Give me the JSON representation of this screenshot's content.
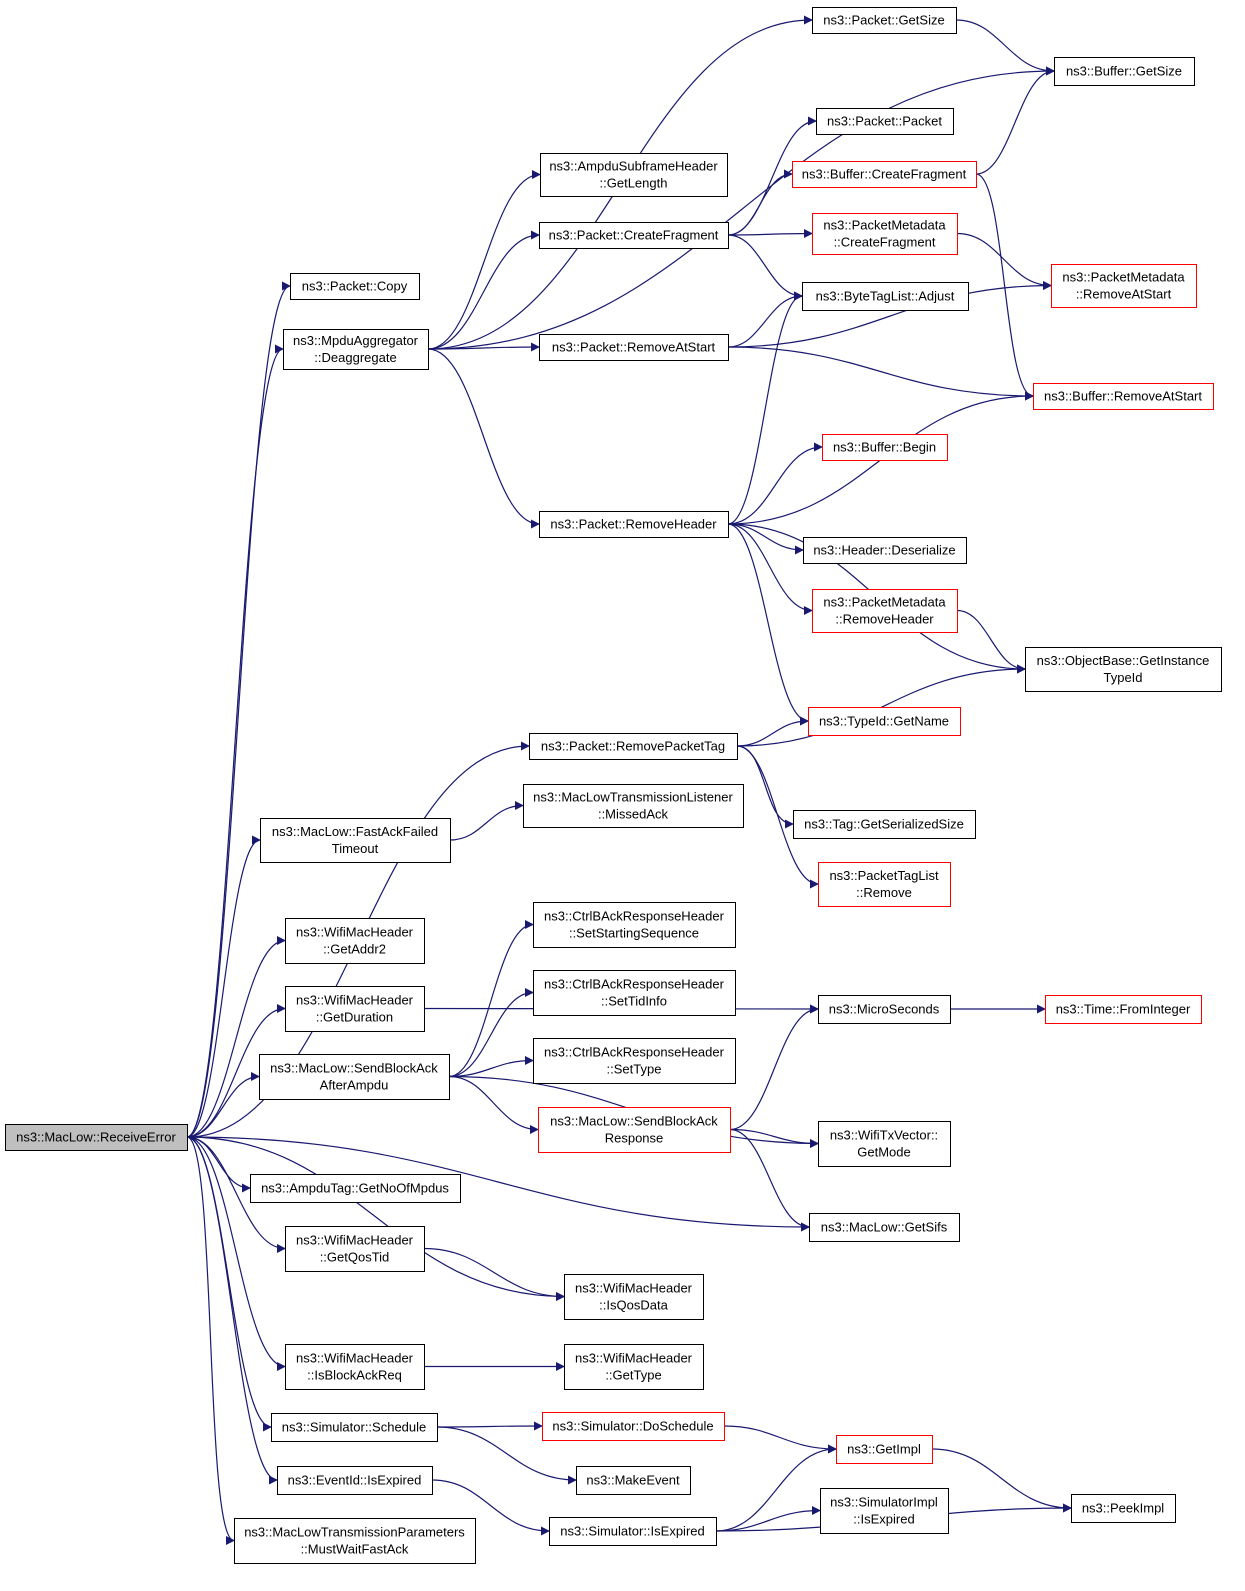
{
  "colors": {
    "edge": "#191970",
    "border": "#000000",
    "border_truncated": "#ff0000",
    "root_fill": "#bfbfbf",
    "fill": "#ffffff"
  },
  "nodes": [
    {
      "id": "receive_error",
      "label": [
        "ns3::MacLow::ReceiveError"
      ],
      "style": "root"
    },
    {
      "id": "packet_copy",
      "label": [
        "ns3::Packet::Copy"
      ]
    },
    {
      "id": "mpdu_deaggregate",
      "label": [
        "ns3::MpduAggregator",
        "::Deaggregate"
      ]
    },
    {
      "id": "packet_getsize",
      "label": [
        "ns3::Packet::GetSize"
      ]
    },
    {
      "id": "buffer_getsize",
      "label": [
        "ns3::Buffer::GetSize"
      ]
    },
    {
      "id": "packet_packet",
      "label": [
        "ns3::Packet::Packet"
      ]
    },
    {
      "id": "buffer_createfragment",
      "label": [
        "ns3::Buffer::CreateFragment"
      ],
      "style": "truncated"
    },
    {
      "id": "ampdu_subframe_getlength",
      "label": [
        "ns3::AmpduSubframeHeader",
        "::GetLength"
      ]
    },
    {
      "id": "packet_createfragment",
      "label": [
        "ns3::Packet::CreateFragment"
      ]
    },
    {
      "id": "packetmetadata_createfragment",
      "label": [
        "ns3::PacketMetadata",
        "::CreateFragment"
      ],
      "style": "truncated"
    },
    {
      "id": "bytetaglist_adjust",
      "label": [
        "ns3::ByteTagList::Adjust"
      ]
    },
    {
      "id": "packetmetadata_removeatstart",
      "label": [
        "ns3::PacketMetadata",
        "::RemoveAtStart"
      ],
      "style": "truncated"
    },
    {
      "id": "packet_removeatstart",
      "label": [
        "ns3::Packet::RemoveAtStart"
      ]
    },
    {
      "id": "buffer_removeatstart",
      "label": [
        "ns3::Buffer::RemoveAtStart"
      ],
      "style": "truncated"
    },
    {
      "id": "buffer_begin",
      "label": [
        "ns3::Buffer::Begin"
      ],
      "style": "truncated"
    },
    {
      "id": "packet_removeheader",
      "label": [
        "ns3::Packet::RemoveHeader"
      ]
    },
    {
      "id": "header_deserialize",
      "label": [
        "ns3::Header::Deserialize"
      ]
    },
    {
      "id": "packetmetadata_removeheader",
      "label": [
        "ns3::PacketMetadata",
        "::RemoveHeader"
      ],
      "style": "truncated"
    },
    {
      "id": "objectbase_getinstancetypeid",
      "label": [
        "ns3::ObjectBase::GetInstance",
        "TypeId"
      ]
    },
    {
      "id": "typeid_getname",
      "label": [
        "ns3::TypeId::GetName"
      ],
      "style": "truncated"
    },
    {
      "id": "packet_removepackettag",
      "label": [
        "ns3::Packet::RemovePacketTag"
      ]
    },
    {
      "id": "tag_getserializedsize",
      "label": [
        "ns3::Tag::GetSerializedSize"
      ]
    },
    {
      "id": "packettaglist_remove",
      "label": [
        "ns3::PacketTagList",
        "::Remove"
      ],
      "style": "truncated"
    },
    {
      "id": "maclow_fastackfailedtimeout",
      "label": [
        "ns3::MacLow::FastAckFailed",
        "Timeout"
      ]
    },
    {
      "id": "listener_missedack",
      "label": [
        "ns3::MacLowTransmissionListener",
        "::MissedAck"
      ]
    },
    {
      "id": "wifimacheader_getaddr2",
      "label": [
        "ns3::WifiMacHeader",
        "::GetAddr2"
      ]
    },
    {
      "id": "ctrlback_setstartingsequence",
      "label": [
        "ns3::CtrlBAckResponseHeader",
        "::SetStartingSequence"
      ]
    },
    {
      "id": "wifimacheader_getduration",
      "label": [
        "ns3::WifiMacHeader",
        "::GetDuration"
      ]
    },
    {
      "id": "ctrlback_settidinfo",
      "label": [
        "ns3::CtrlBAckResponseHeader",
        "::SetTidInfo"
      ]
    },
    {
      "id": "microseconds",
      "label": [
        "ns3::MicroSeconds"
      ]
    },
    {
      "id": "time_frominteger",
      "label": [
        "ns3::Time::FromInteger"
      ],
      "style": "truncated"
    },
    {
      "id": "ctrlback_settype",
      "label": [
        "ns3::CtrlBAckResponseHeader",
        "::SetType"
      ]
    },
    {
      "id": "maclow_sendblockackafterampdu",
      "label": [
        "ns3::MacLow::SendBlockAck",
        "AfterAmpdu"
      ]
    },
    {
      "id": "maclow_sendblockackresponse",
      "label": [
        "ns3::MacLow::SendBlockAck",
        "Response"
      ],
      "style": "truncated"
    },
    {
      "id": "wifitxvector_getmode",
      "label": [
        "ns3::WifiTxVector::",
        "GetMode"
      ]
    },
    {
      "id": "ampdutag_getnoofmpdus",
      "label": [
        "ns3::AmpduTag::GetNoOfMpdus"
      ]
    },
    {
      "id": "maclow_getsifs",
      "label": [
        "ns3::MacLow::GetSifs"
      ]
    },
    {
      "id": "wifimacheader_getqostid",
      "label": [
        "ns3::WifiMacHeader",
        "::GetQosTid"
      ]
    },
    {
      "id": "wifimacheader_isqosdata",
      "label": [
        "ns3::WifiMacHeader",
        "::IsQosData"
      ]
    },
    {
      "id": "wifimacheader_isblockackreq",
      "label": [
        "ns3::WifiMacHeader",
        "::IsBlockAckReq"
      ]
    },
    {
      "id": "wifimacheader_gettype",
      "label": [
        "ns3::WifiMacHeader",
        "::GetType"
      ]
    },
    {
      "id": "simulator_schedule",
      "label": [
        "ns3::Simulator::Schedule"
      ]
    },
    {
      "id": "simulator_doschedule",
      "label": [
        "ns3::Simulator::DoSchedule"
      ],
      "style": "truncated"
    },
    {
      "id": "getimpl",
      "label": [
        "ns3::GetImpl"
      ],
      "style": "truncated"
    },
    {
      "id": "makeevent",
      "label": [
        "ns3::MakeEvent"
      ]
    },
    {
      "id": "eventid_isexpired",
      "label": [
        "ns3::EventId::IsExpired"
      ]
    },
    {
      "id": "simulatorimpl_isexpired",
      "label": [
        "ns3::SimulatorImpl",
        "::IsExpired"
      ]
    },
    {
      "id": "peekimpl",
      "label": [
        "ns3::PeekImpl"
      ]
    },
    {
      "id": "simulator_isexpired",
      "label": [
        "ns3::Simulator::IsExpired"
      ]
    },
    {
      "id": "params_mustwaitfastack",
      "label": [
        "ns3::MacLowTransmissionParameters",
        "::MustWaitFastAck"
      ]
    }
  ],
  "edges": [
    [
      "receive_error",
      "packet_copy"
    ],
    [
      "receive_error",
      "mpdu_deaggregate"
    ],
    [
      "receive_error",
      "packet_removepackettag"
    ],
    [
      "receive_error",
      "maclow_fastackfailedtimeout"
    ],
    [
      "receive_error",
      "wifimacheader_getaddr2"
    ],
    [
      "receive_error",
      "wifimacheader_getduration"
    ],
    [
      "receive_error",
      "maclow_sendblockackafterampdu"
    ],
    [
      "receive_error",
      "ampdutag_getnoofmpdus"
    ],
    [
      "receive_error",
      "maclow_getsifs"
    ],
    [
      "receive_error",
      "wifimacheader_getqostid"
    ],
    [
      "receive_error",
      "wifimacheader_isqosdata"
    ],
    [
      "receive_error",
      "wifimacheader_isblockackreq"
    ],
    [
      "receive_error",
      "simulator_schedule"
    ],
    [
      "receive_error",
      "eventid_isexpired"
    ],
    [
      "receive_error",
      "params_mustwaitfastack"
    ],
    [
      "mpdu_deaggregate",
      "packet_getsize"
    ],
    [
      "mpdu_deaggregate",
      "ampdu_subframe_getlength"
    ],
    [
      "mpdu_deaggregate",
      "packet_createfragment"
    ],
    [
      "mpdu_deaggregate",
      "packet_removeatstart"
    ],
    [
      "mpdu_deaggregate",
      "packet_removeheader"
    ],
    [
      "mpdu_deaggregate",
      "buffer_getsize"
    ],
    [
      "packet_getsize",
      "buffer_getsize"
    ],
    [
      "packet_createfragment",
      "packet_packet"
    ],
    [
      "packet_createfragment",
      "buffer_createfragment"
    ],
    [
      "packet_createfragment",
      "packetmetadata_createfragment"
    ],
    [
      "packet_createfragment",
      "bytetaglist_adjust"
    ],
    [
      "buffer_createfragment",
      "buffer_getsize"
    ],
    [
      "buffer_createfragment",
      "buffer_removeatstart"
    ],
    [
      "packetmetadata_createfragment",
      "packetmetadata_removeatstart"
    ],
    [
      "packet_removeatstart",
      "bytetaglist_adjust"
    ],
    [
      "packet_removeatstart",
      "packetmetadata_removeatstart"
    ],
    [
      "packet_removeatstart",
      "buffer_removeatstart"
    ],
    [
      "packet_removeheader",
      "bytetaglist_adjust"
    ],
    [
      "packet_removeheader",
      "buffer_begin"
    ],
    [
      "packet_removeheader",
      "buffer_removeatstart"
    ],
    [
      "packet_removeheader",
      "header_deserialize"
    ],
    [
      "packet_removeheader",
      "packetmetadata_removeheader"
    ],
    [
      "packet_removeheader",
      "objectbase_getinstancetypeid"
    ],
    [
      "packet_removeheader",
      "typeid_getname"
    ],
    [
      "packetmetadata_removeheader",
      "objectbase_getinstancetypeid"
    ],
    [
      "packet_removepackettag",
      "typeid_getname"
    ],
    [
      "packet_removepackettag",
      "objectbase_getinstancetypeid"
    ],
    [
      "packet_removepackettag",
      "tag_getserializedsize"
    ],
    [
      "packet_removepackettag",
      "packettaglist_remove"
    ],
    [
      "maclow_fastackfailedtimeout",
      "listener_missedack"
    ],
    [
      "wifimacheader_getduration",
      "microseconds"
    ],
    [
      "maclow_sendblockackafterampdu",
      "ctrlback_setstartingsequence"
    ],
    [
      "maclow_sendblockackafterampdu",
      "ctrlback_settidinfo"
    ],
    [
      "maclow_sendblockackafterampdu",
      "ctrlback_settype"
    ],
    [
      "maclow_sendblockackafterampdu",
      "maclow_sendblockackresponse"
    ],
    [
      "maclow_sendblockackafterampdu",
      "wifitxvector_getmode"
    ],
    [
      "maclow_sendblockackresponse",
      "microseconds"
    ],
    [
      "maclow_sendblockackresponse",
      "wifitxvector_getmode"
    ],
    [
      "maclow_sendblockackresponse",
      "maclow_getsifs"
    ],
    [
      "microseconds",
      "time_frominteger"
    ],
    [
      "wifimacheader_getqostid",
      "wifimacheader_isqosdata"
    ],
    [
      "wifimacheader_isblockackreq",
      "wifimacheader_gettype"
    ],
    [
      "simulator_schedule",
      "simulator_doschedule"
    ],
    [
      "simulator_schedule",
      "makeevent"
    ],
    [
      "simulator_doschedule",
      "getimpl"
    ],
    [
      "getimpl",
      "peekimpl"
    ],
    [
      "eventid_isexpired",
      "simulator_isexpired"
    ],
    [
      "simulator_isexpired",
      "getimpl"
    ],
    [
      "simulator_isexpired",
      "simulatorimpl_isexpired"
    ],
    [
      "simulator_isexpired",
      "peekimpl"
    ]
  ]
}
